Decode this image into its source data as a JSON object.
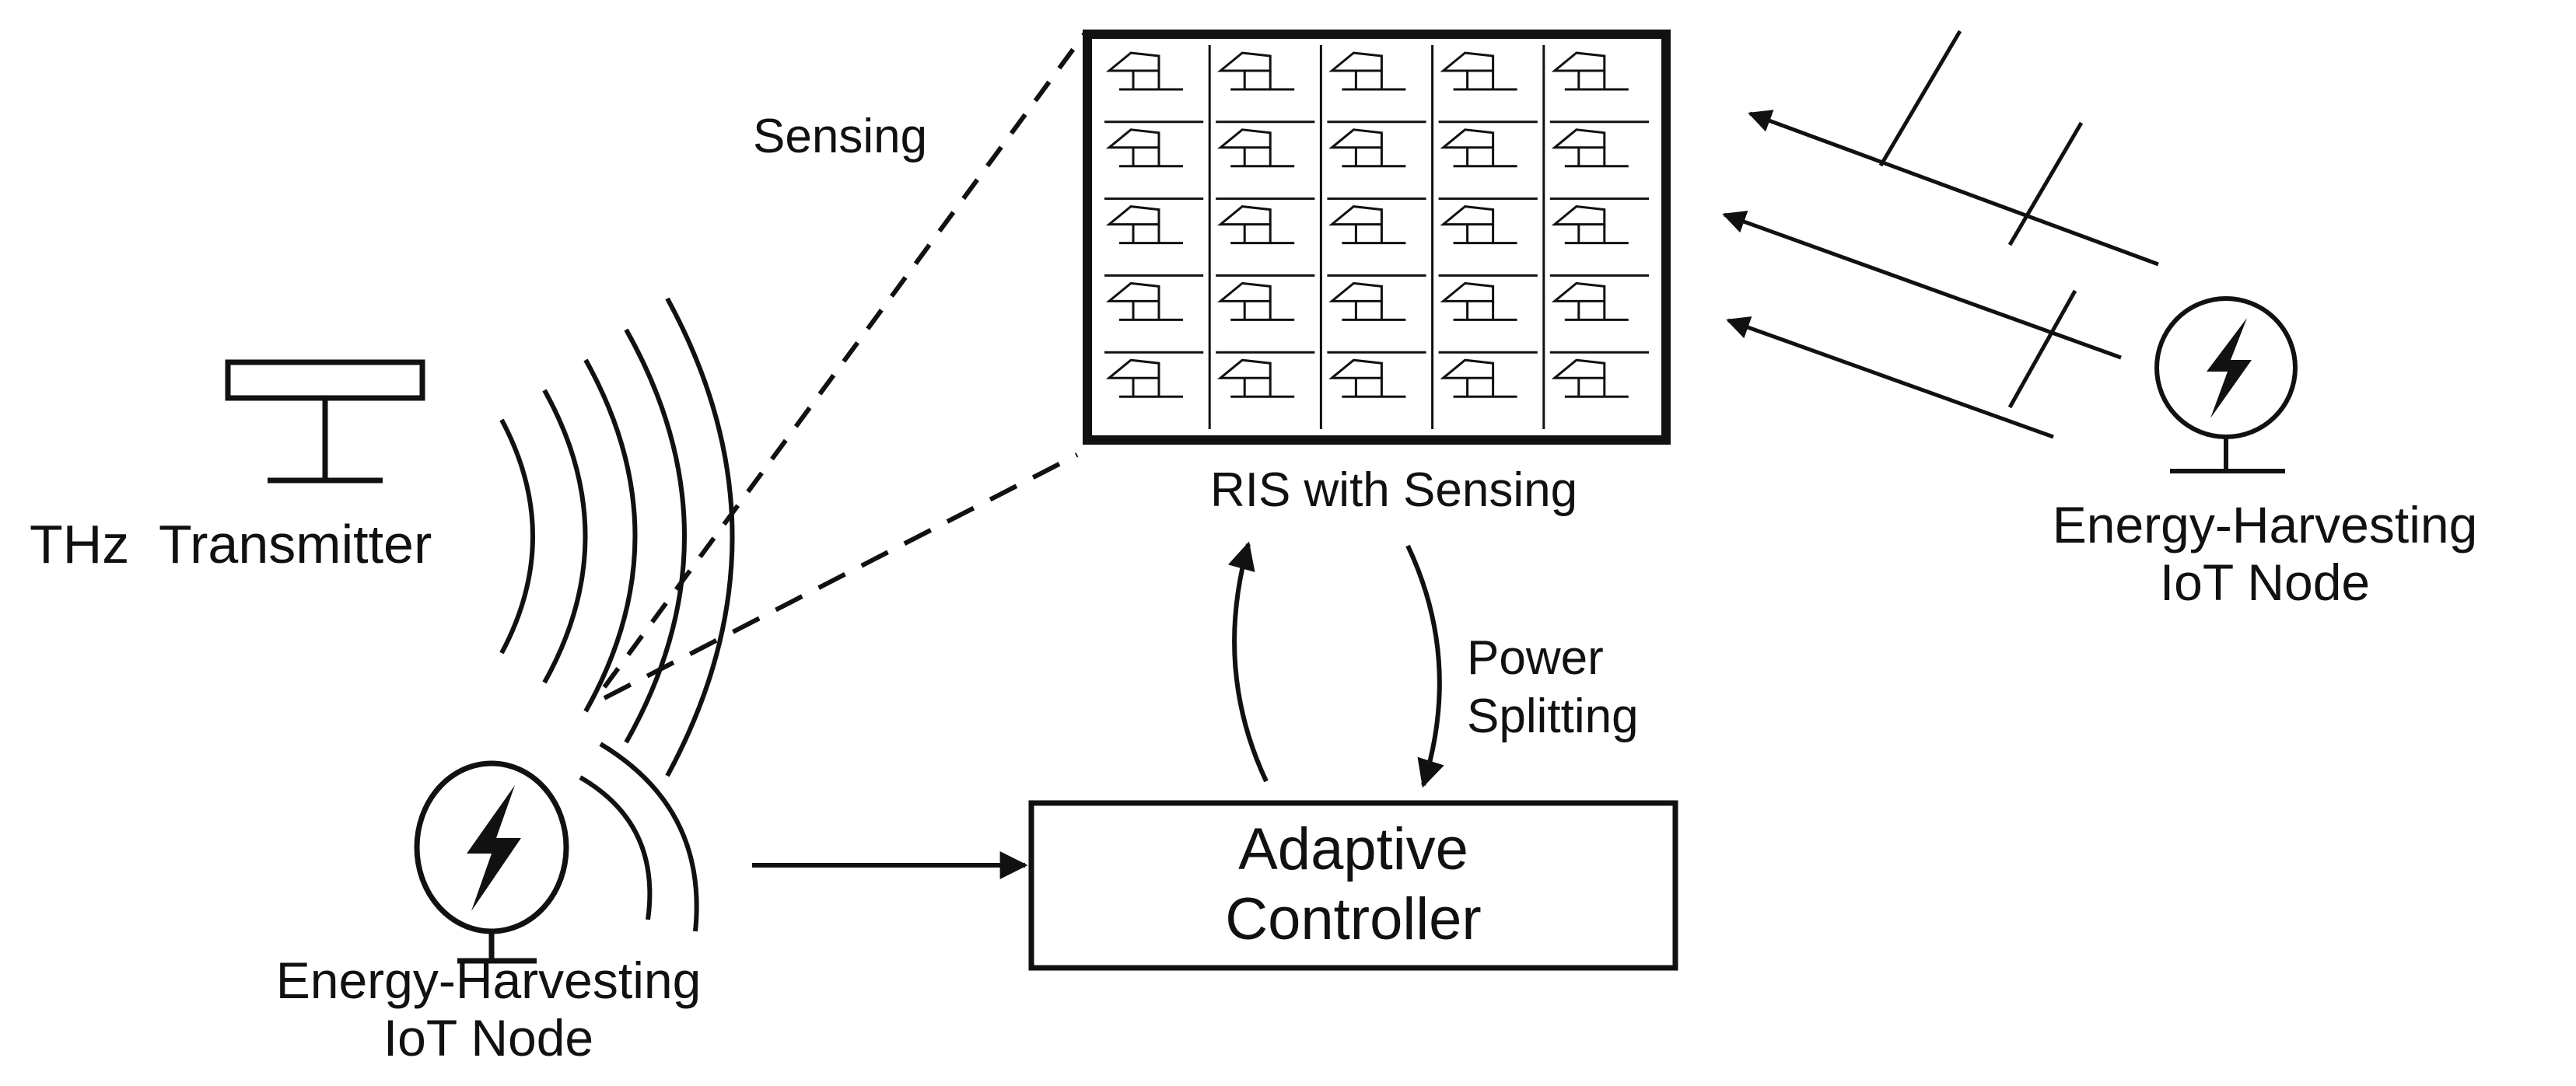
{
  "figure": {
    "title": "THz RIS-assisted energy-harvesting IoT system",
    "colors": {
      "ink": "#111111",
      "background": "#ffffff"
    }
  },
  "transmitter": {
    "label": "THz  Transmitter",
    "icon": "antenna-icon",
    "waves": 5
  },
  "ris": {
    "label": "RIS with Sensing",
    "rows": 5,
    "cols": 5,
    "element_icon": "ris-element-icon"
  },
  "sensing": {
    "label": "Sensing"
  },
  "controller": {
    "line1": "Adaptive",
    "line2": "Controller"
  },
  "power_splitting": {
    "line1": "Power",
    "line2": "Splitting"
  },
  "node_right": {
    "line1": "Energy-Harvesting",
    "line2": "IoT Node",
    "icon": "lightning-icon",
    "incoming_arrows": 3
  },
  "node_left": {
    "line1": "Energy-Harvesting",
    "line2": "IoT Node",
    "icon": "lightning-icon",
    "waves": 2
  }
}
